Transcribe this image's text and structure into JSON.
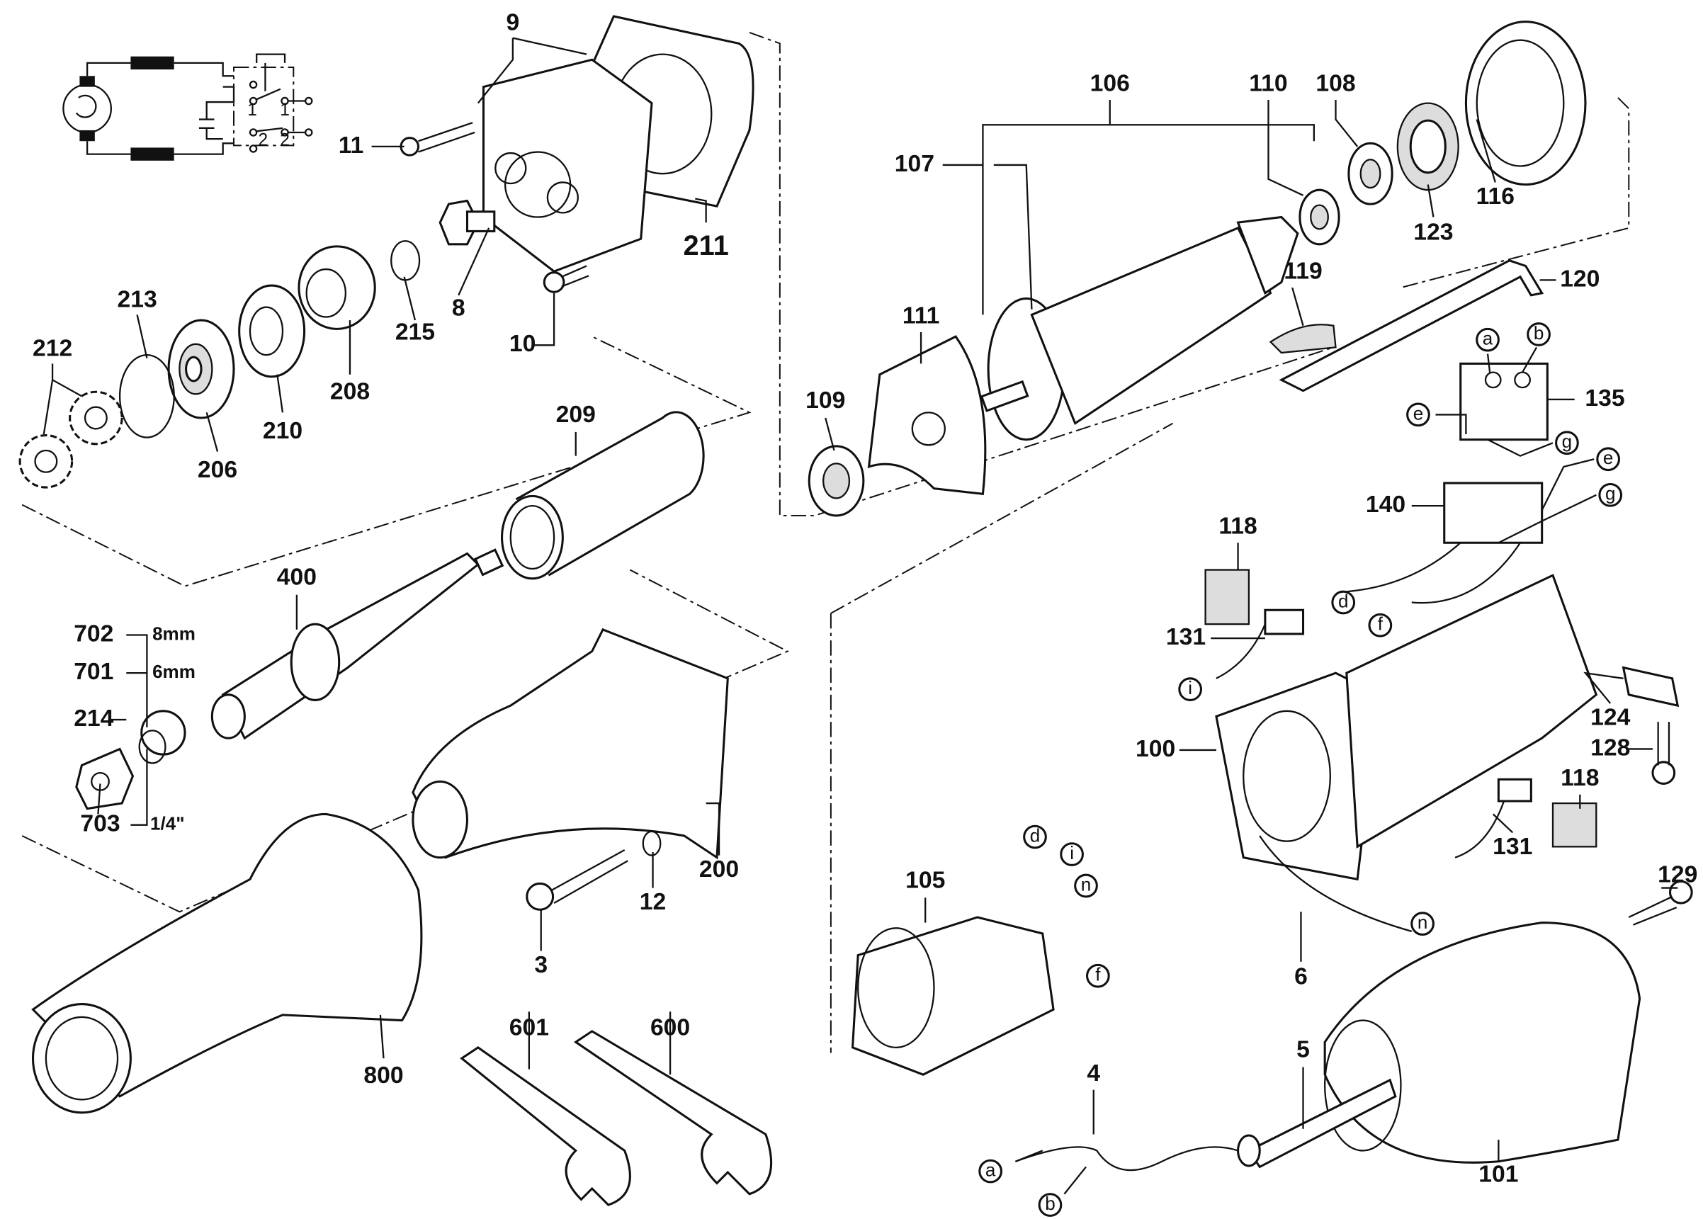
{
  "diagram": {
    "type": "exploded parts diagram",
    "part_numbers": {
      "p9": "9",
      "p11": "11",
      "p211": "211",
      "p8": "8",
      "p215": "215",
      "p10": "10",
      "p208": "208",
      "p210": "210",
      "p206": "206",
      "p213": "213",
      "p212": "212",
      "p209": "209",
      "p400": "400",
      "p702": "702",
      "p701": "701",
      "p214": "214",
      "p703": "703",
      "p200": "200",
      "p12": "12",
      "p3": "3",
      "p800": "800",
      "p601": "601",
      "p600": "600",
      "p106": "106",
      "p110": "110",
      "p108": "108",
      "p107": "107",
      "p116": "116",
      "p123": "123",
      "p111": "111",
      "p109": "109",
      "p120": "120",
      "p119": "119",
      "p135": "135",
      "p140": "140",
      "p118a": "118",
      "p131a": "131",
      "p100": "100",
      "p124": "124",
      "p128": "128",
      "p118b": "118",
      "p131b": "131",
      "p6": "6",
      "p105": "105",
      "p129": "129",
      "p5": "5",
      "p4": "4",
      "p101": "101"
    },
    "collet_sizes": {
      "s702": "8mm",
      "s701": "6mm",
      "s703": "1/4\""
    },
    "wire_letters": {
      "sw_a": "a",
      "sw_b": "b",
      "sw_e": "e",
      "sw_g": "g",
      "cap_e": "e",
      "cap_g": "g",
      "cap_d": "d",
      "cap_f": "f",
      "br_i": "i",
      "br_n": "n",
      "st_d": "d",
      "st_i": "i",
      "st_n": "n",
      "st_f": "f",
      "cord_a": "a",
      "cord_b": "b"
    },
    "circuit": {
      "c1a": "1",
      "c1b": "1",
      "c2a": "2",
      "c2b": "2"
    }
  }
}
